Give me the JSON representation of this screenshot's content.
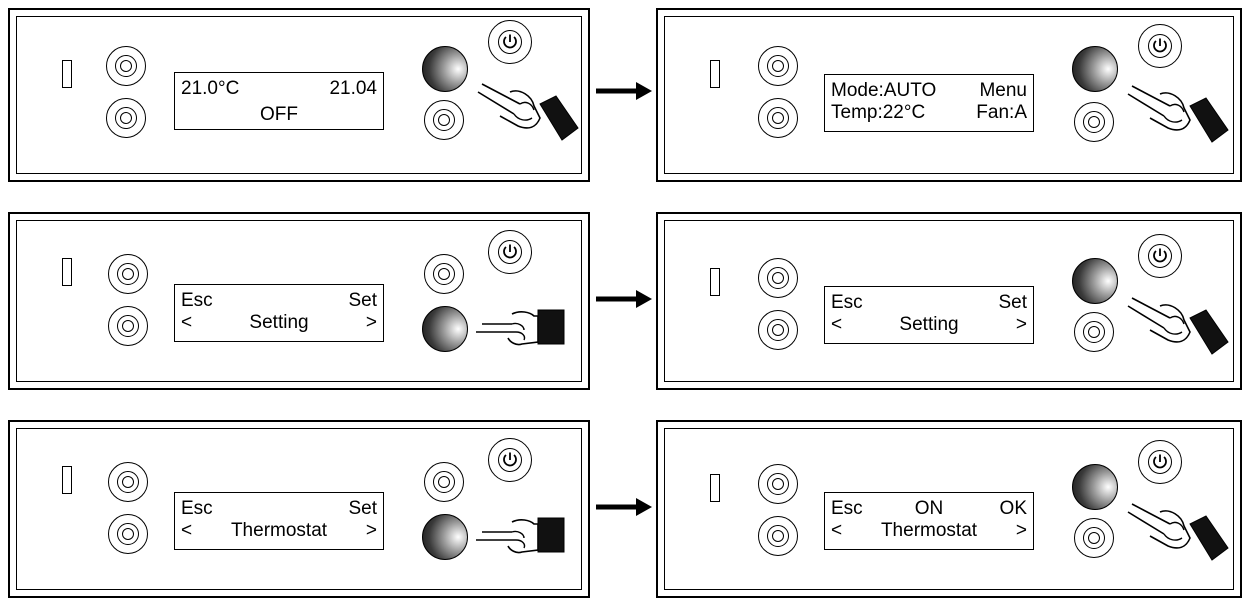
{
  "steps": [
    {
      "screen": {
        "top_left": "21.0°C",
        "top_right": "21.04",
        "center": "OFF"
      },
      "icons": [
        "power-icon",
        "pointing-hand-icon"
      ]
    },
    {
      "screen": {
        "top_left": "Mode:AUTO",
        "top_right": "Menu",
        "bottom_left": "Temp:22°C",
        "bottom_right": "Fan:A"
      },
      "icons": [
        "power-icon",
        "pointing-hand-icon"
      ]
    },
    {
      "screen": {
        "top_left": "Esc",
        "top_right": "Set",
        "bottom_left": "<",
        "bottom_center": "Setting",
        "bottom_right": ">"
      },
      "icons": [
        "power-icon",
        "pointing-hand-icon"
      ]
    },
    {
      "screen": {
        "top_left": "Esc",
        "top_right": "Set",
        "bottom_left": "<",
        "bottom_center": "Setting",
        "bottom_right": ">"
      },
      "icons": [
        "power-icon",
        "pointing-hand-icon"
      ]
    },
    {
      "screen": {
        "top_left": "Esc",
        "top_right": "Set",
        "bottom_left": "<",
        "bottom_center": "Thermostat",
        "bottom_right": ">"
      },
      "icons": [
        "power-icon",
        "pointing-hand-icon"
      ]
    },
    {
      "screen": {
        "top_left": "Esc",
        "top_center": "ON",
        "top_right": "OK",
        "bottom_left": "<",
        "bottom_center": "Thermostat",
        "bottom_right": ">"
      },
      "icons": [
        "power-icon",
        "pointing-hand-icon"
      ]
    }
  ],
  "arrows": [
    "right-arrow-icon",
    "right-arrow-icon",
    "right-arrow-icon"
  ]
}
